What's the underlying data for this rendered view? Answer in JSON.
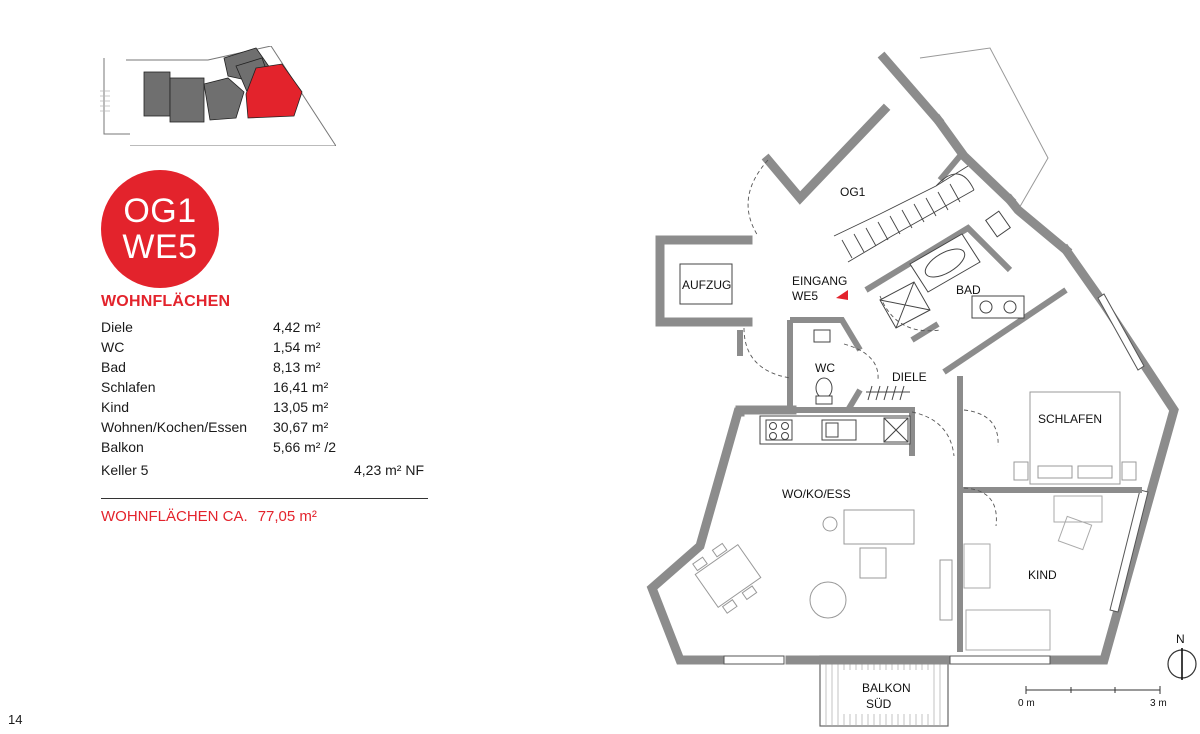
{
  "badge": {
    "line1": "OG1",
    "line2": "WE5"
  },
  "areas": {
    "title": "WOHNFLÄCHEN",
    "rows": [
      {
        "name": "Diele",
        "value": "4,42 m²"
      },
      {
        "name": "WC",
        "value": "1,54 m²"
      },
      {
        "name": "Bad",
        "value": "8,13 m²"
      },
      {
        "name": "Schlafen",
        "value": "16,41 m²"
      },
      {
        "name": "Kind",
        "value": "13,05 m²"
      },
      {
        "name": "Wohnen/Kochen/Essen",
        "value": "30,67 m²"
      },
      {
        "name": "Balkon",
        "value": "5,66 m² /2"
      },
      {
        "name": "Keller 5",
        "value": "4,23 m² NF"
      }
    ],
    "total_label": "WOHNFLÄCHEN CA.",
    "total_value": "77,05 m²"
  },
  "page_number": "14",
  "plan": {
    "rooms": {
      "og1": "OG1",
      "aufzug": "AUFZUG",
      "eingang_1": "EINGANG",
      "eingang_2": "WE5",
      "bad": "BAD",
      "wc": "WC",
      "diele": "DIELE",
      "schlafen": "SCHLAFEN",
      "woko": "WO/KO/ESS",
      "kind": "KIND",
      "balkon_1": "BALKON",
      "balkon_2": "SÜD"
    },
    "north": "N",
    "scale_start": "0 m",
    "scale_end": "3 m"
  },
  "colors": {
    "accent": "#e3232c",
    "wall": "#8c8c8c",
    "block": "#707070"
  }
}
